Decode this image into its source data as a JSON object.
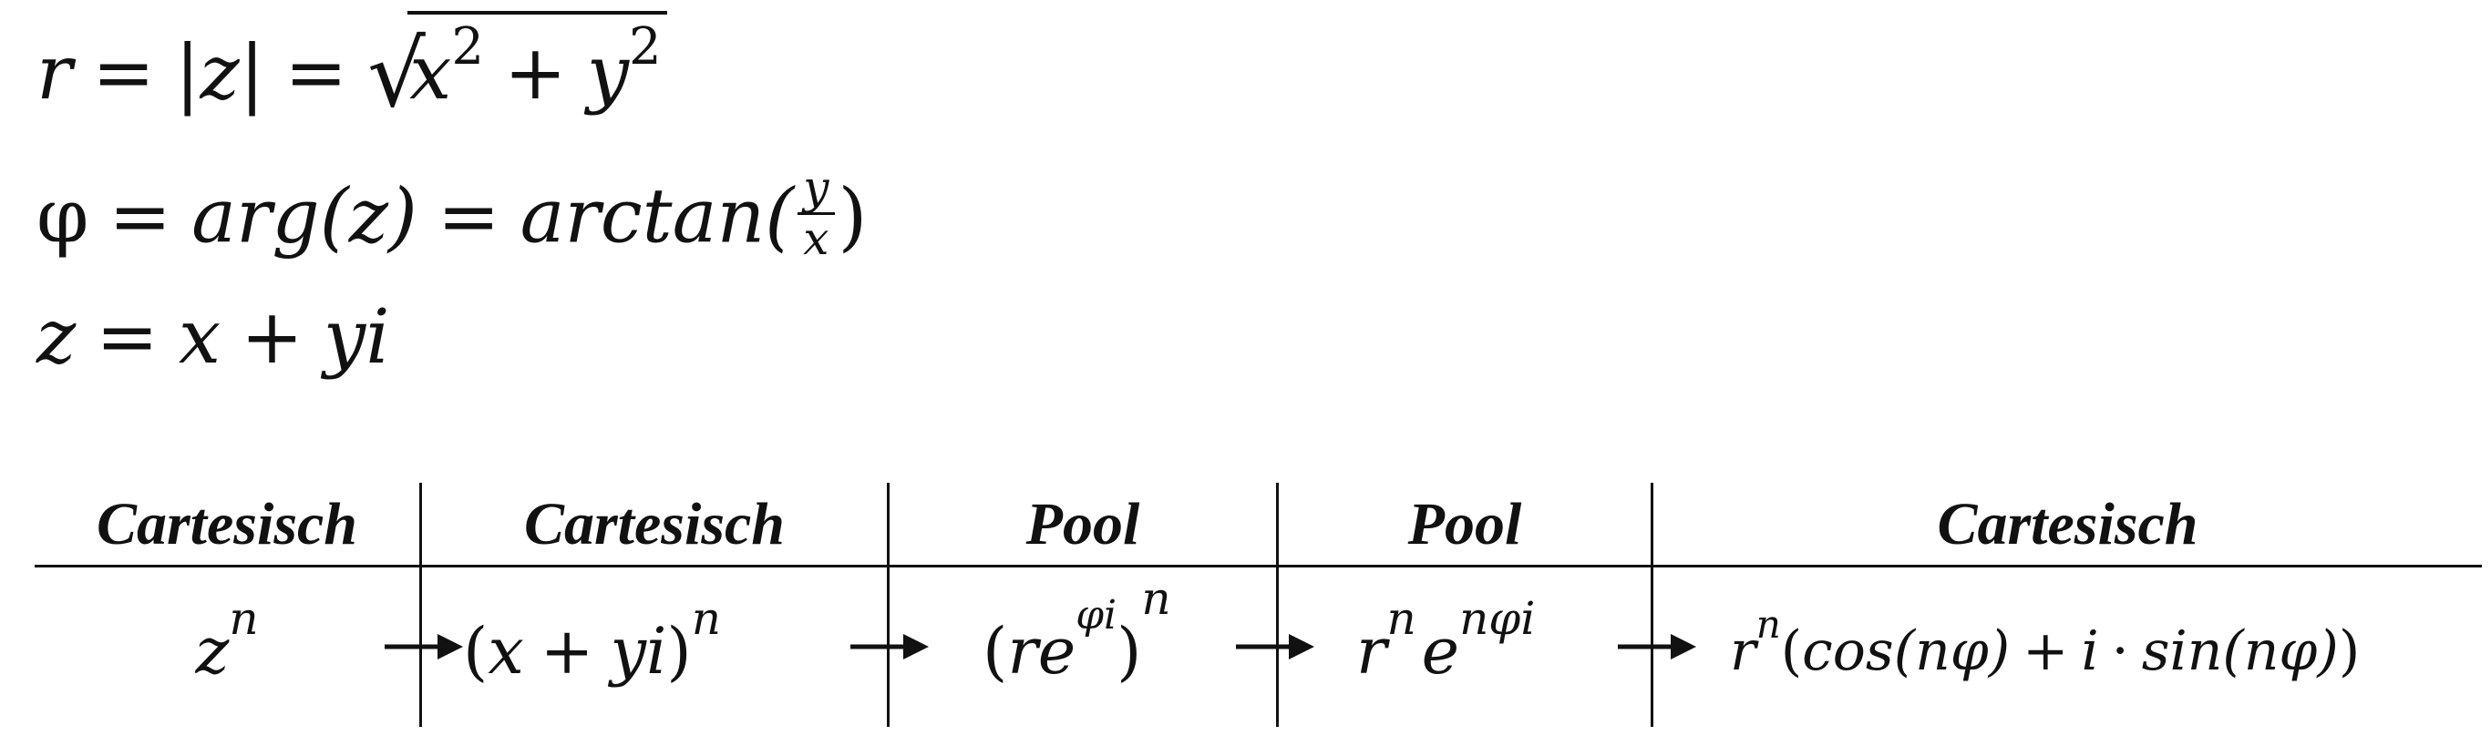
{
  "formulas": {
    "line1": {
      "r": "r",
      "eq": "=",
      "absz": "|z|",
      "x": "x",
      "two_a": "2",
      "plus": "+",
      "y": "y",
      "two_b": "2"
    },
    "line2": {
      "phi": "φ",
      "eq": "=",
      "arg": "arg(z)",
      "arctan": "arctan(",
      "num": "y",
      "den": "x",
      "close": ")"
    },
    "line3": {
      "z": "z",
      "eq": "=",
      "x": "x",
      "plus": "+",
      "yi": "yi"
    }
  },
  "table": {
    "headers": [
      "Cartesisch",
      "Cartesisch",
      "Pool",
      "Pool",
      "Cartesisch"
    ],
    "cells": {
      "c1": {
        "base": "z",
        "exp": "n"
      },
      "c2": {
        "open": "(",
        "x": "x",
        "plus": "+",
        "yi": "yi",
        "close": ")",
        "exp": "n"
      },
      "c3": {
        "open": "(",
        "r": "r",
        "e": "e",
        "inner_exp": "φi",
        "close": ")",
        "exp": "n"
      },
      "c4": {
        "r": "r",
        "r_exp": "n",
        "e": "e",
        "e_exp": "nφi"
      },
      "c5": {
        "r": "r",
        "r_exp": "n",
        "open": "(",
        "cos": "cos(nφ)",
        "plus": "+",
        "i": "i",
        "dot": "·",
        "sin": "sin(nφ)",
        "close": ")"
      }
    },
    "arrow_icon": "right-arrow"
  }
}
